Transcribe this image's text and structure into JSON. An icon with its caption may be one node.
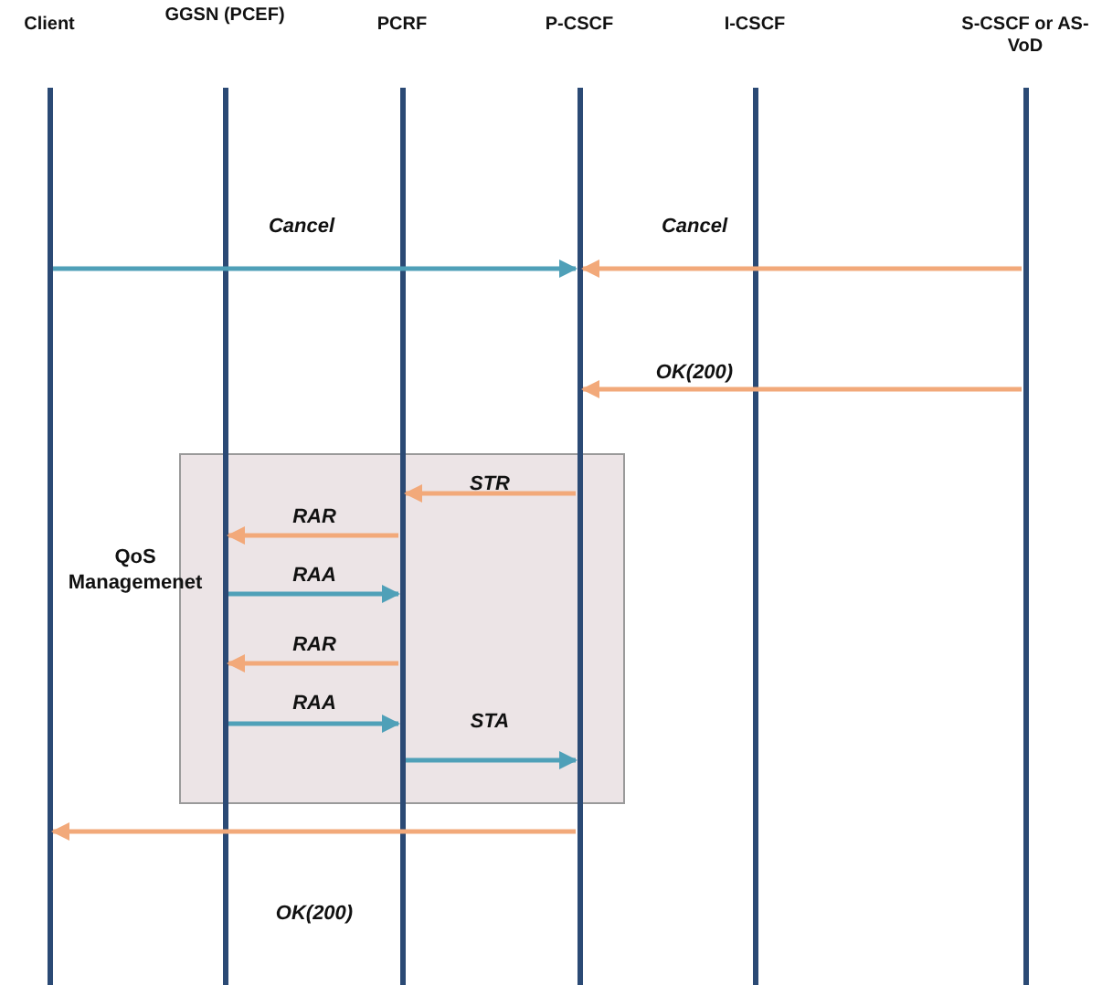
{
  "diagram": {
    "nodes": [
      {
        "text": [
          "Client"
        ]
      },
      {
        "text": [
          "GGSN (PCEF)"
        ]
      },
      {
        "text": [
          "PCRF"
        ]
      },
      {
        "text": [
          "P-CSCF"
        ]
      },
      {
        "text": [
          "I-CSCF"
        ]
      },
      {
        "text": [
          "S-CSCF or AS-VoD"
        ]
      }
    ],
    "labels": [
      "QoS Managemenet"
    ],
    "edges": [
      {
        "from": 0,
        "to": 3,
        "arrow": "to",
        "label": "Cancel",
        "color": "#4fa0b8"
      },
      {
        "from": 5,
        "to": 3,
        "arrow": "to",
        "label": "Cancel",
        "color": "#f2a97a"
      },
      {
        "from": 5,
        "to": 3,
        "arrow": "to",
        "label": "OK(200)",
        "color": "#f2a97a"
      },
      {
        "from": 3,
        "to": 2,
        "arrow": "to",
        "label": "STR",
        "color": "#f2a97a"
      },
      {
        "from": 2,
        "to": 1,
        "arrow": "to",
        "label": "RAR",
        "color": "#f2a97a"
      },
      {
        "from": 1,
        "to": 2,
        "arrow": "to",
        "label": "RAA",
        "color": "#4fa0b8"
      },
      {
        "from": 2,
        "to": 1,
        "arrow": "to",
        "label": "RAR",
        "color": "#f2a97a"
      },
      {
        "from": 1,
        "to": 2,
        "arrow": "to",
        "label": "RAA",
        "color": "#4fa0b8"
      },
      {
        "from": 2,
        "to": 3,
        "arrow": "to",
        "label": "STA",
        "color": "#4fa0b8"
      },
      {
        "from": 3,
        "to": 0,
        "arrow": "to",
        "label": "OK(200)",
        "color": "#f2a97a"
      }
    ]
  }
}
